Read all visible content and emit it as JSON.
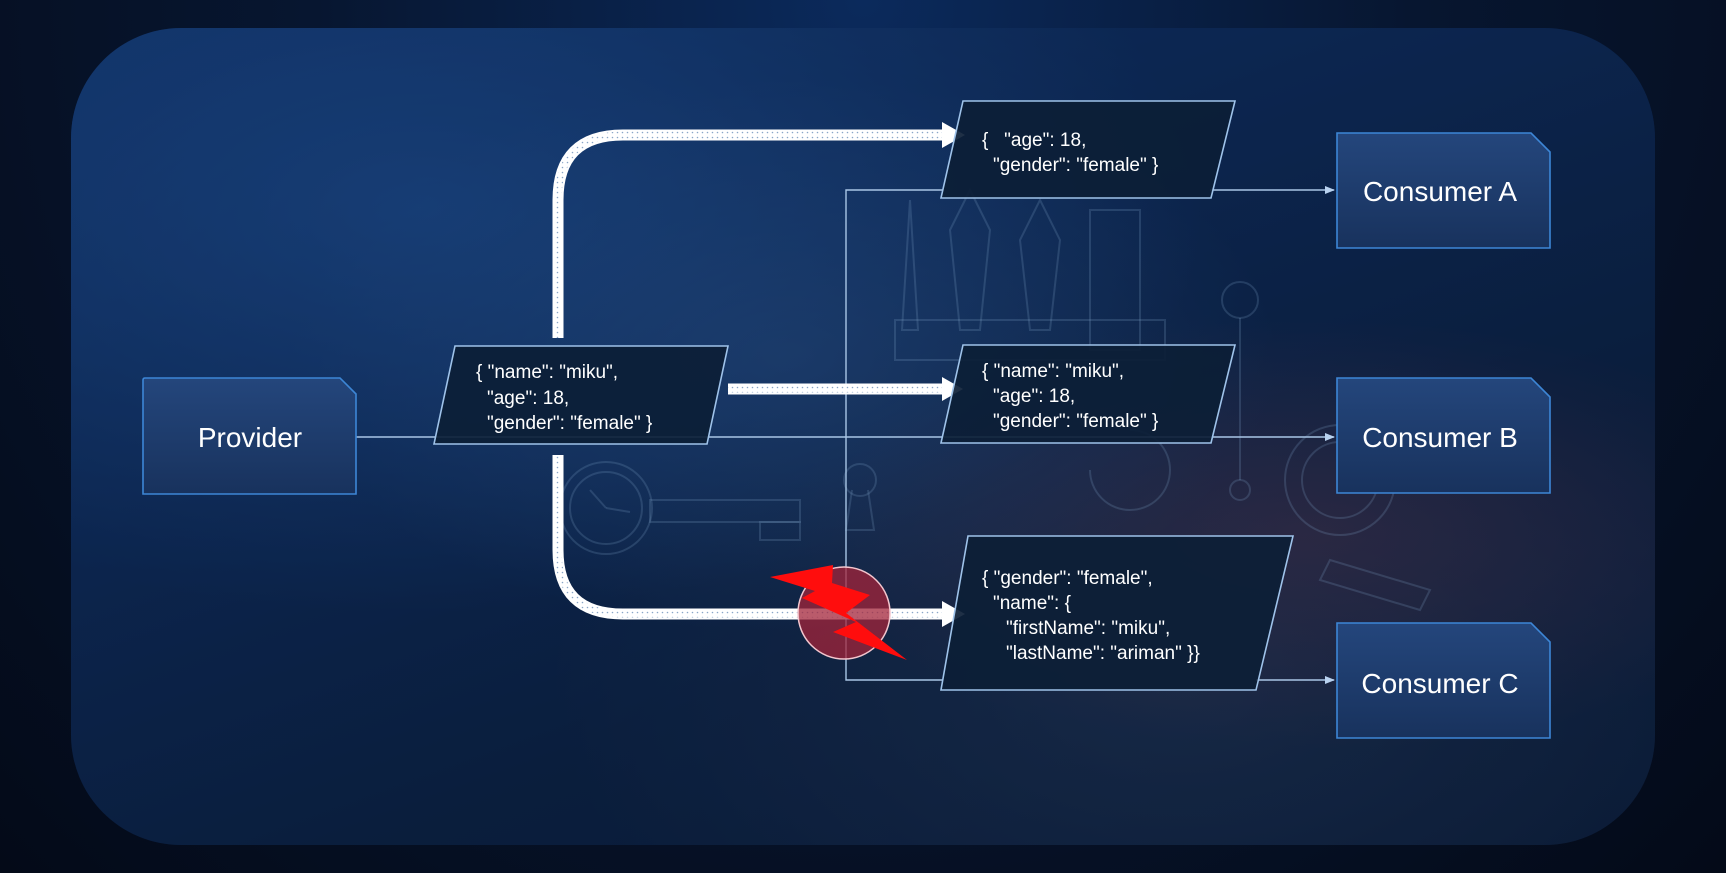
{
  "nodes": {
    "provider": {
      "label": "Provider"
    },
    "consumer_a": {
      "label": "Consumer A"
    },
    "consumer_b": {
      "label": "Consumer B"
    },
    "consumer_c": {
      "label": "Consumer C"
    }
  },
  "messages": {
    "source": {
      "lines": [
        "{ \"name\": \"miku\",",
        "\"age\": 18,",
        "\"gender\": \"female\" }"
      ]
    },
    "to_a": {
      "lines": [
        "{   \"age\": 18,",
        "\"gender\": \"female\" }"
      ]
    },
    "to_b": {
      "lines": [
        "{ \"name\": \"miku\",",
        "\"age\": 18,",
        "\"gender\": \"female\" }"
      ]
    },
    "to_c": {
      "lines": [
        "{ \"gender\": \"female\",",
        "\"name\": {",
        "\"firstName\": \"miku\",",
        "\"lastName\": \"ariman\" }}"
      ]
    }
  },
  "colors": {
    "node_fill": "#1c3a6b",
    "node_stroke": "#3d86d6",
    "parallelogram_fill": "#0c1e36",
    "parallelogram_stroke": "#9fc3ea",
    "arrow": "#ffffff",
    "error_bolt": "#ff0d0d",
    "error_circle": "#a3243a"
  },
  "icons": {
    "error": "lightning-bolt-icon"
  }
}
